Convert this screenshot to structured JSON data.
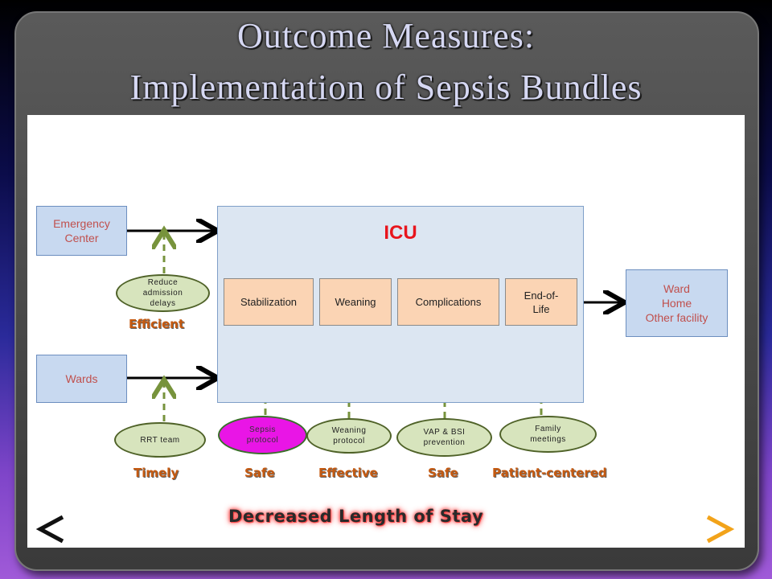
{
  "title": {
    "line1": "Outcome Measures:",
    "line2": "Implementation of Sepsis  Bundles"
  },
  "diagram": {
    "sources": {
      "emergency": "Emergency Center",
      "wards": "Wards"
    },
    "icu": {
      "label": "ICU",
      "steps": [
        "Stabilization",
        "Weaning",
        "Complications",
        "End-of-Life"
      ]
    },
    "destination": {
      "line1": "Ward",
      "line2": "Home",
      "line3": "Other facility"
    },
    "interventions": {
      "reduce_delays": "Reduce admission delays",
      "rrt": "RRT team",
      "sepsis": "Sepsis protocol",
      "weaning": "Weaning protocol",
      "vap": "VAP & BSI prevention",
      "family": "Family meetings"
    },
    "dimensions": {
      "efficient": "Efficient",
      "timely": "Timely",
      "safe1": "Safe",
      "effective": "Effective",
      "safe2": "Safe",
      "patient_centered": "Patient-centered"
    },
    "outcome": "Decreased Length of Stay"
  },
  "colors": {
    "side_box": "#c8d9f0",
    "icu_box": "#dce6f2",
    "step_box": "#fbd4b4",
    "oval_green": "#d7e4bd",
    "oval_pink": "#e915e6",
    "dimension_text": "#c55a11",
    "dashed_arrow": "#77933c"
  }
}
